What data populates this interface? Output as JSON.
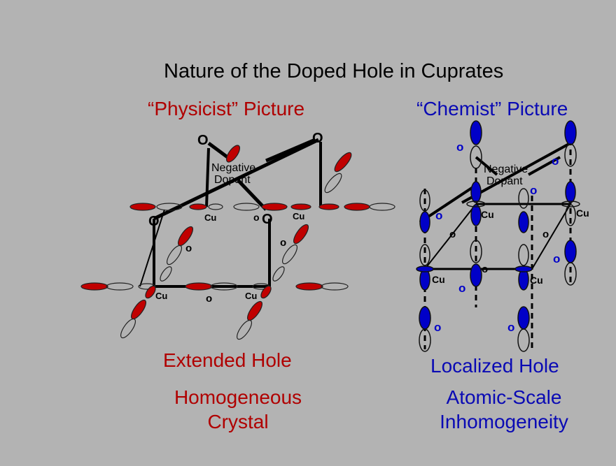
{
  "slide": {
    "title": "Nature of the Doped Hole in Cuprates",
    "left": {
      "heading": "“Physicist” Picture",
      "caption1": "Extended Hole",
      "caption2_line1": "Homogeneous",
      "caption2_line2": "Crystal",
      "dopant_line1": "Negative",
      "dopant_line2": "Dopant"
    },
    "right": {
      "heading": "“Chemist” Picture",
      "caption1": "Localized Hole",
      "caption2_line1": "Atomic-Scale",
      "caption2_line2": "Inhomogeneity",
      "dopant_line1": "Negative",
      "dopant_line2": "Dopant"
    },
    "atom_labels": {
      "oxygen": "O",
      "oxygen_small": "o",
      "copper": "Cu"
    },
    "colors": {
      "background": "#b3b3b3",
      "physicist": "#b00000",
      "chemist": "#0a0ab4"
    }
  }
}
